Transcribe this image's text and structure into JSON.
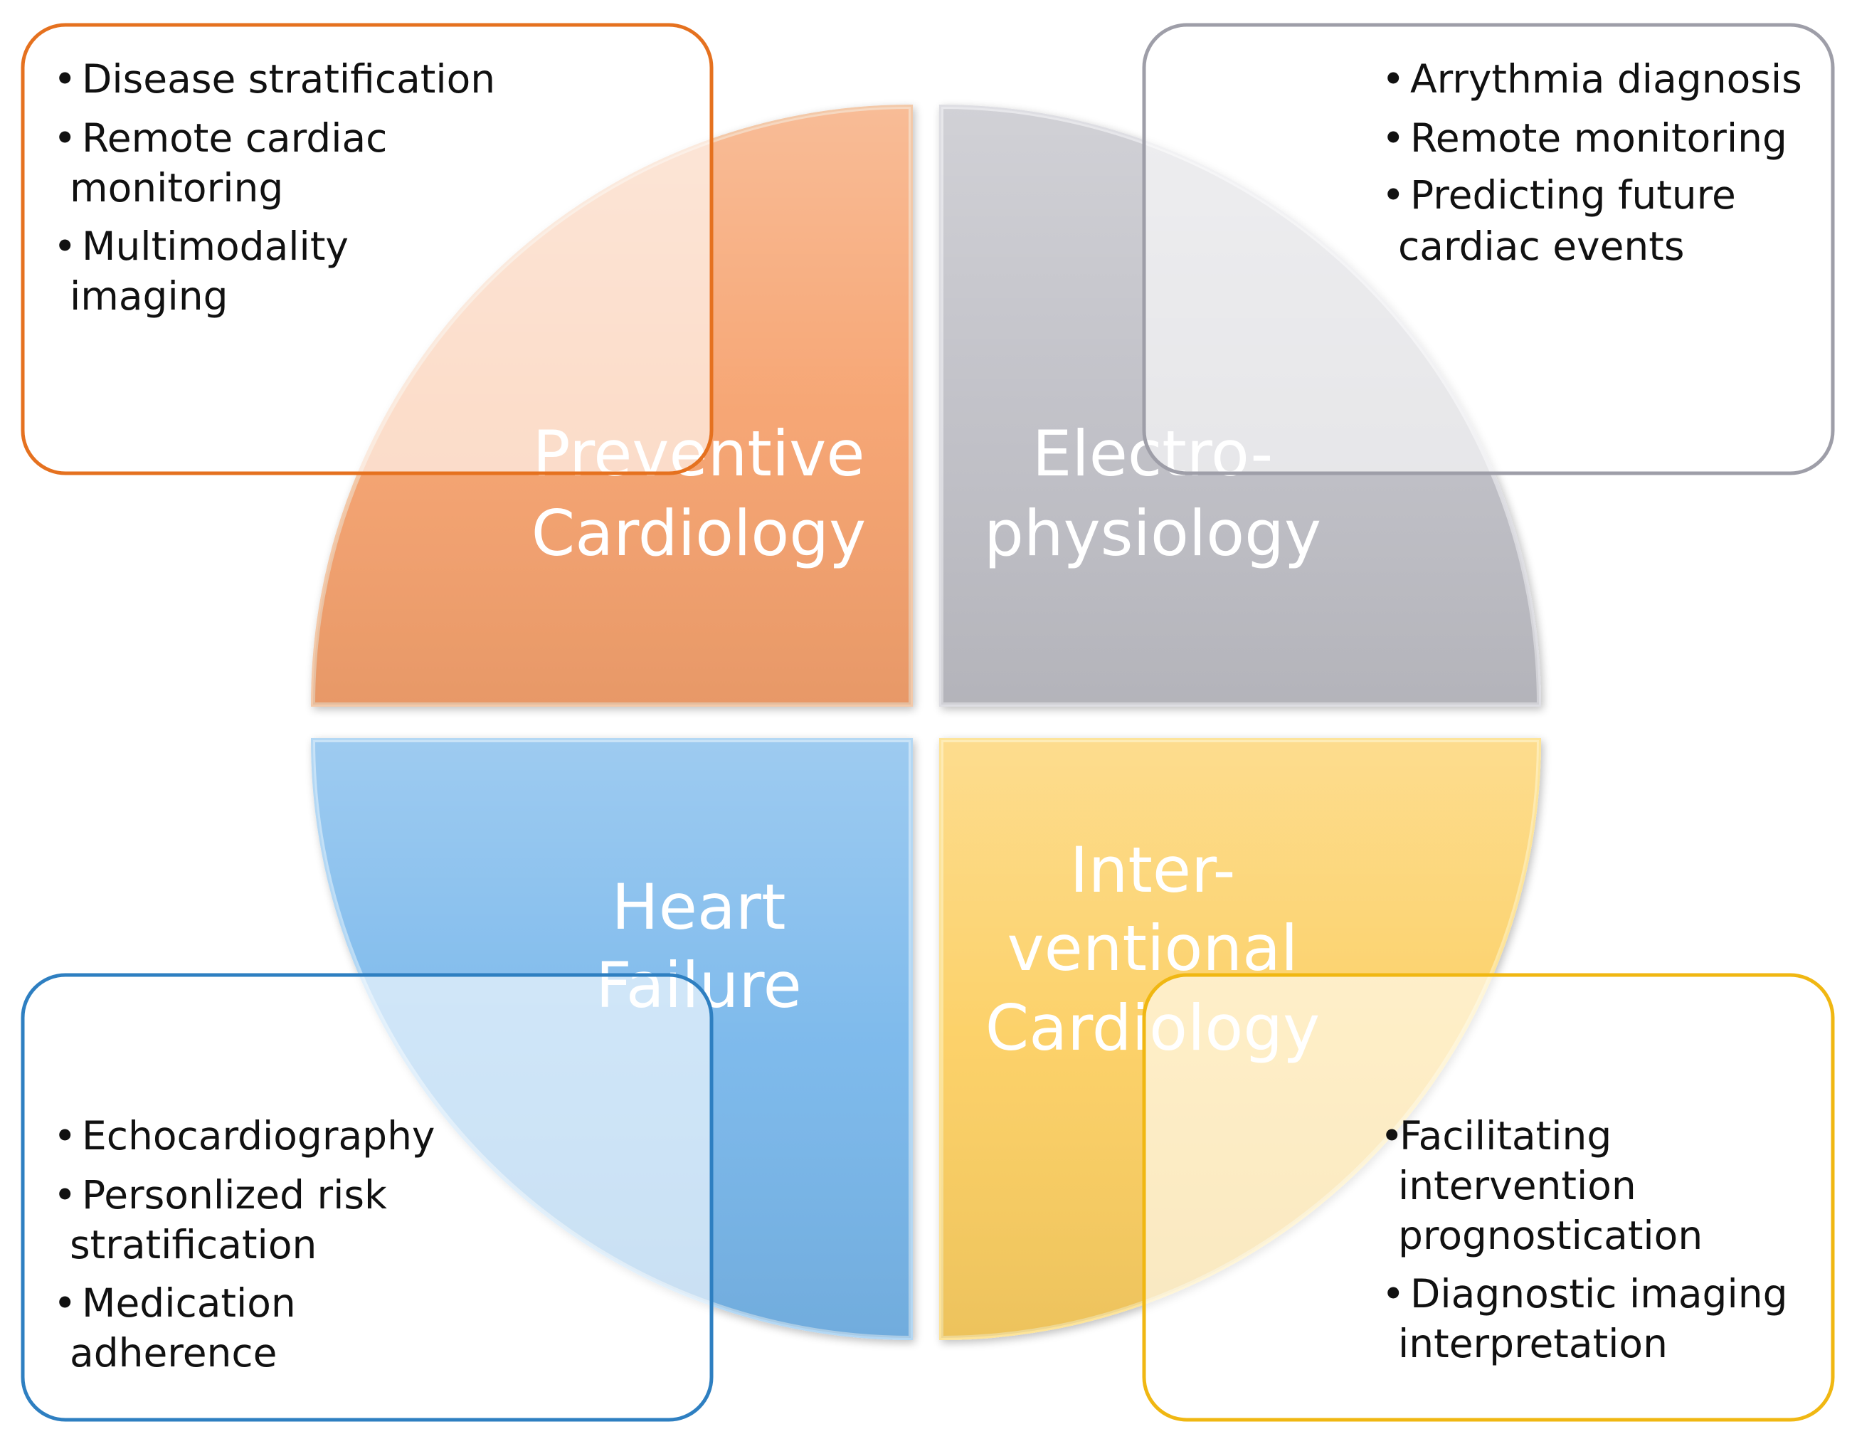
{
  "colors": {
    "preventive": "#F6A26E",
    "electro": "#BFBFC6",
    "heart_failure": "#78B7EB",
    "interventional": "#FCCF62",
    "preventive_border": "#E5711F",
    "electro_border": "#9E9EA8",
    "heart_failure_border": "#2E7FC1",
    "interventional_border": "#F0B712"
  },
  "quadrants": {
    "preventive": {
      "line1": "Preventive",
      "line2": "Cardiology"
    },
    "electro": {
      "line1": "Electro-",
      "line2": "physiology"
    },
    "heart_failure": {
      "line1": "Heart",
      "line2": "Failure"
    },
    "interventional": {
      "line1": "Inter-",
      "line2": "ventional",
      "line3": "Cardiology"
    }
  },
  "boxes": {
    "preventive": {
      "b1": "Disease stratification",
      "b2a": "Remote cardiac",
      "b2b": "monitoring",
      "b3a": "Multimodality",
      "b3b": "imaging"
    },
    "electro": {
      "b1": "Arrythmia diagnosis",
      "b2": "Remote monitoring",
      "b3a": "Predicting future",
      "b3b": "cardiac events"
    },
    "heart_failure": {
      "b1": "Echocardiography",
      "b2a": "Personlized risk",
      "b2b": "stratification",
      "b3a": "Medication",
      "b3b": "adherence"
    },
    "interventional": {
      "b1a": "Facilitating",
      "b1b": "intervention",
      "b1c": "prognostication",
      "b2a": "Diagnostic imaging",
      "b2b": "interpretation"
    }
  }
}
